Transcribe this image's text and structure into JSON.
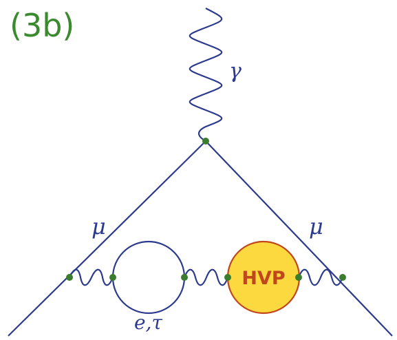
{
  "panel": {
    "label": "(3b)"
  },
  "labels": {
    "photon": "γ",
    "muon_left": "μ",
    "muon_right": "μ",
    "lepton_loop": "e,τ",
    "blob": "HVP"
  },
  "colors": {
    "line": "#2b3a8c",
    "vertex": "#3a7d2e",
    "blob_fill": "#fcd93f",
    "blob_stroke": "#c0461c",
    "panel_label": "#3a8a2e"
  },
  "icons": {
    "vertex": "vertex-dot"
  }
}
